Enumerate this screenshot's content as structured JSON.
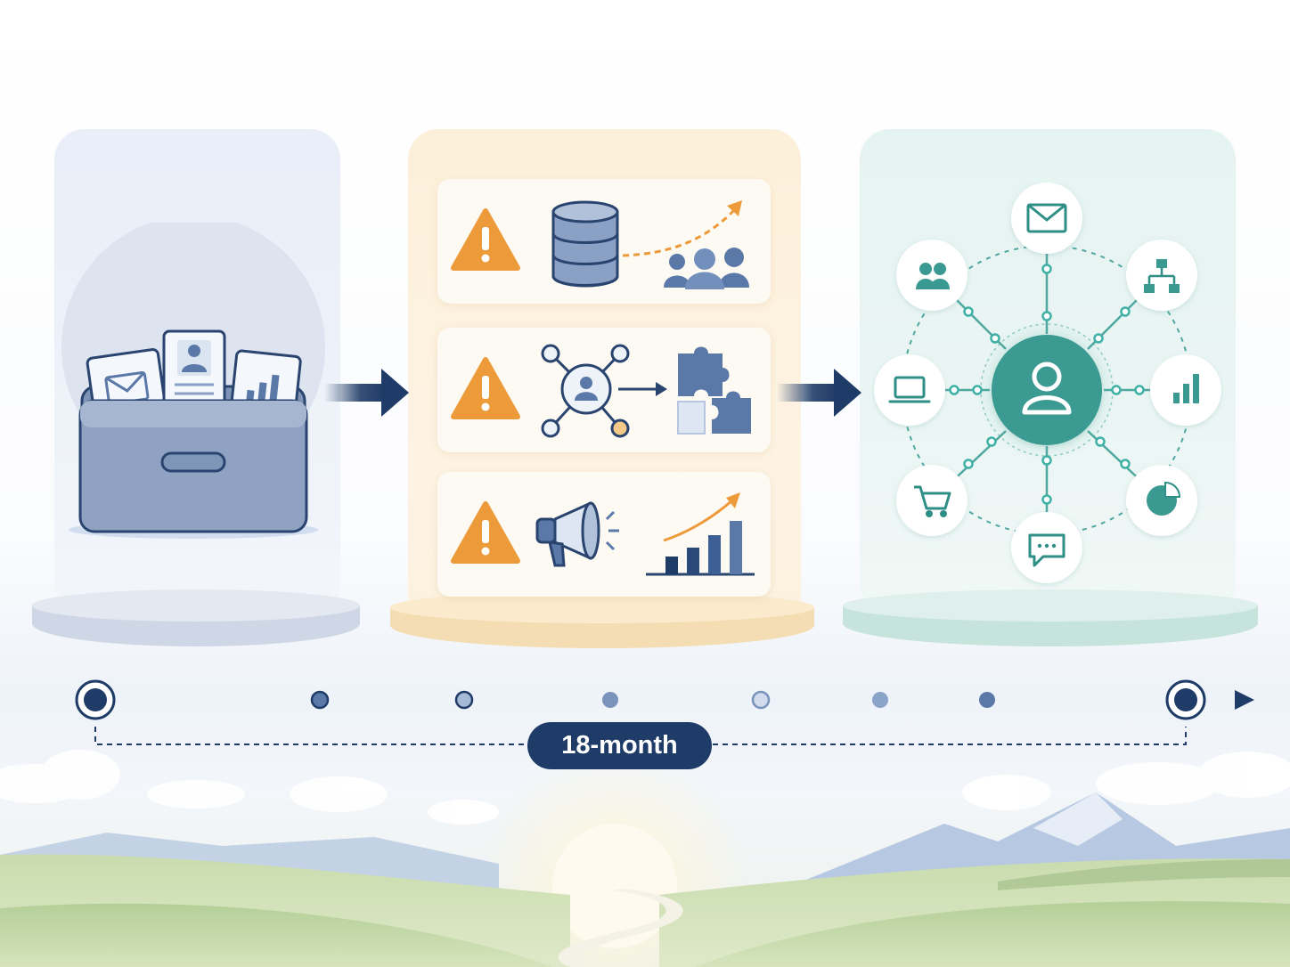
{
  "timeline": {
    "duration_label": "18-month"
  },
  "stages": [
    {
      "name": "fragmented-storage",
      "icons": [
        "mail-icon",
        "contact-card-icon",
        "bar-chart-icon",
        "drawer-box-icon"
      ]
    },
    {
      "name": "problems",
      "rows": [
        {
          "icons": [
            "warning-icon",
            "database-icon",
            "trend-arrow-icon",
            "users-icon"
          ]
        },
        {
          "icons": [
            "warning-icon",
            "network-node-icon",
            "arrow-icon",
            "puzzle-icon"
          ]
        },
        {
          "icons": [
            "warning-icon",
            "megaphone-icon",
            "growth-chart-icon"
          ]
        }
      ]
    },
    {
      "name": "unified-hub",
      "icons": [
        "user-icon",
        "mail-icon",
        "org-chart-icon",
        "bar-chart-icon",
        "pie-chart-icon",
        "chat-icon",
        "cart-icon",
        "laptop-icon",
        "users-icon"
      ]
    }
  ],
  "colors": {
    "navy": "#1f3b67",
    "warning": "#ec9a3a",
    "teal": "#3a9a92",
    "slate_blue": "#5b79a8"
  }
}
